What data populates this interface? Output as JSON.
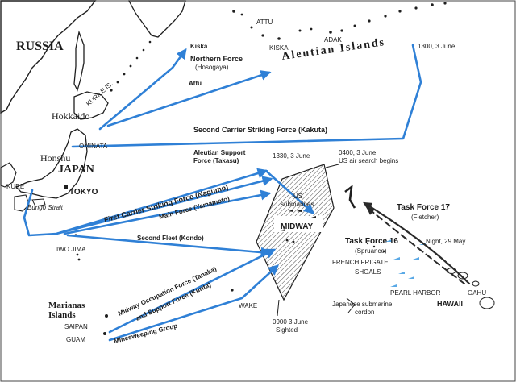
{
  "map": {
    "landmasses": {
      "russia": "RUSSIA",
      "japan": "JAPAN",
      "hokkaido": "Hokkaido",
      "honshu": "Honshu",
      "hawaii": "HAWAII"
    },
    "places": {
      "kurile": "KURILE IS.",
      "aleutian": "Aleutian Islands",
      "attu_isl": "ATTU",
      "kiska_isl": "KISKA",
      "adak": "ADAK",
      "ominata": "OMINATA",
      "tokyo": "TOKYO",
      "kure": "KURE",
      "bungo": "Bungo Strait",
      "iwo_jima": "IWO JIMA",
      "marianas_1": "Marianas",
      "marianas_2": "Islands",
      "saipan": "SAIPAN",
      "guam": "GUAM",
      "wake": "WAKE",
      "midway": "MIDWAY",
      "french_frigate_1": "FRENCH FRIGATE",
      "french_frigate_2": "SHOALS",
      "pearl_harbor": "PEARL HARBOR",
      "oahu": "OAHU"
    },
    "forces": {
      "kiska_target": "Kiska",
      "northern_force": "Northern Force",
      "northern_force_cmdr": "(Hosogaya)",
      "attu_target": "Attu",
      "second_carrier": "Second Carrier Striking Force (Kakuta)",
      "aleutian_support_1": "Aleutian Support",
      "aleutian_support_2": "Force (Takasu)",
      "first_carrier": "First Carrier Striking Force (Nagumo)",
      "main_force": "Main Force (Yamamoto)",
      "second_fleet": "Second Fleet (Kondo)",
      "midway_occupation": "Midway Occupation Force (Tanaka)",
      "support_force": "and Support Force (Kurita)",
      "minesweeping": "Minesweeping Group",
      "tf17": "Task Force 17",
      "tf17_cmdr": "(Fletcher)",
      "tf16": "Task Force 16",
      "tf16_cmdr": "(Spruance)"
    },
    "annotations": {
      "time_1300": "1300, 3 June",
      "time_1330": "1330, 3 June",
      "time_0400": "0400, 3 June",
      "us_air_search": "US air search begins",
      "us_subs_1": "US",
      "us_subs_2": "submarines",
      "night_29may": "Night, 29 May",
      "jp_sub_1": "Japanese submarine",
      "jp_sub_2": "cordon",
      "time_0900": "0900  3 June",
      "sighted": "Sighted"
    },
    "colors": {
      "japanese_route": "#2f80d6",
      "us_route": "#2a2a2a",
      "submarine": "#5aa9e6",
      "land": "#1f1f1f",
      "text": "#1c1c1c"
    }
  }
}
